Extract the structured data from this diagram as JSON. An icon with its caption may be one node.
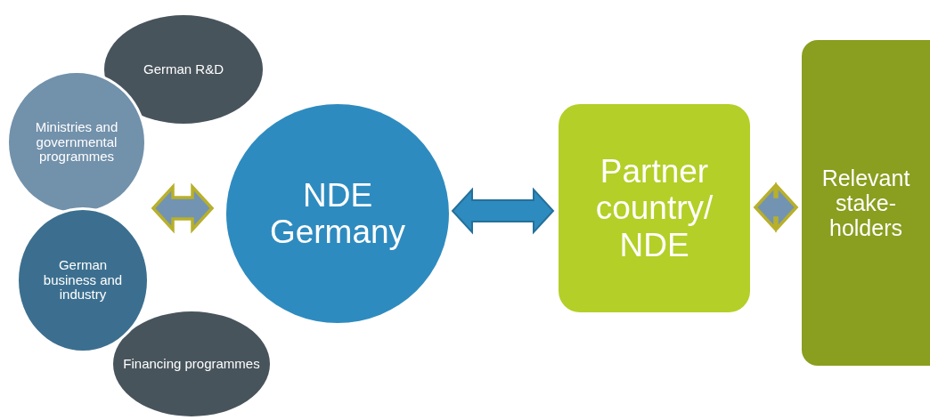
{
  "diagram": {
    "nodes": [
      {
        "text": [
          "German R&D"
        ]
      },
      {
        "text": [
          "Ministries and governmental programmes"
        ]
      },
      {
        "text": [
          "German business and industry"
        ]
      },
      {
        "text": [
          "Financing programmes"
        ]
      },
      {
        "text": [
          "NDE Germany"
        ]
      },
      {
        "text": [
          "Partner country/ NDE"
        ]
      },
      {
        "text": [
          "Relevant stake- holders"
        ]
      }
    ],
    "edges": [
      {
        "from": null,
        "to": 4,
        "arrow": "both"
      },
      {
        "from": 4,
        "to": 5,
        "arrow": "both",
        "color": "#2e8bbf"
      },
      {
        "from": 5,
        "to": 6,
        "arrow": "both"
      }
    ]
  }
}
